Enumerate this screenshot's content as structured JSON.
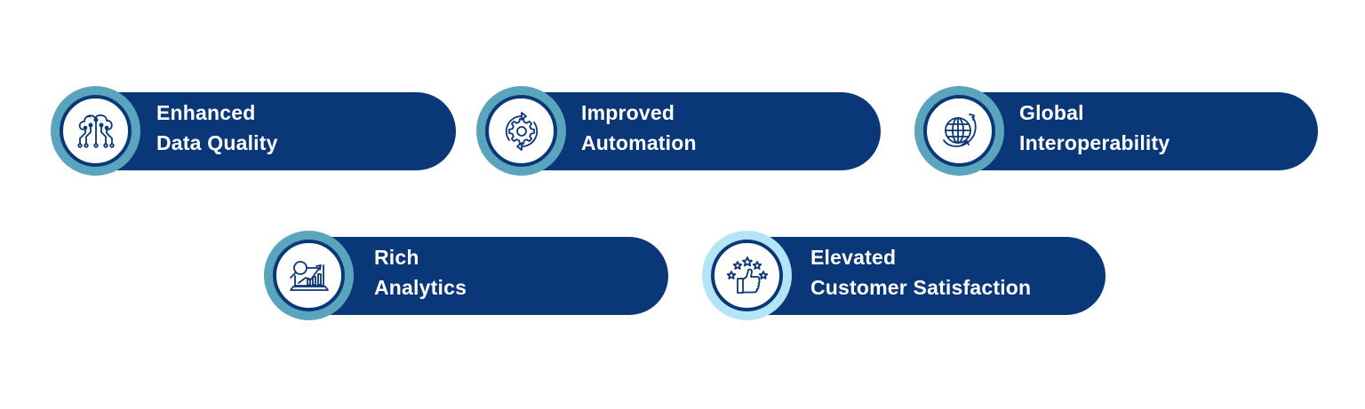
{
  "colors": {
    "pill": "#0a3778",
    "ring_teal": "#5aa5bd",
    "ring_light": "#b3e5f7",
    "icon_stroke": "#0a3778",
    "text": "#ffffff",
    "background": "#ffffff"
  },
  "features": [
    {
      "id": "enhanced-data-quality",
      "icon": "cloud-network-icon",
      "line1": "Enhanced",
      "line2": "Data Quality",
      "ring_color": "#5aa5bd"
    },
    {
      "id": "improved-automation",
      "icon": "gear-cycle-icon",
      "line1": "Improved",
      "line2": "Automation",
      "ring_color": "#5aa5bd"
    },
    {
      "id": "global-interoperability",
      "icon": "globe-orbit-icon",
      "line1": "Global",
      "line2": "Interoperability",
      "ring_color": "#5aa5bd"
    },
    {
      "id": "rich-analytics",
      "icon": "analytics-laptop-icon",
      "line1": "Rich",
      "line2": "Analytics",
      "ring_color": "#5aa5bd"
    },
    {
      "id": "elevated-customer-satisfaction",
      "icon": "thumbs-up-stars-icon",
      "line1": "Elevated",
      "line2": "Customer Satisfaction",
      "ring_color": "#b3e5f7"
    }
  ]
}
